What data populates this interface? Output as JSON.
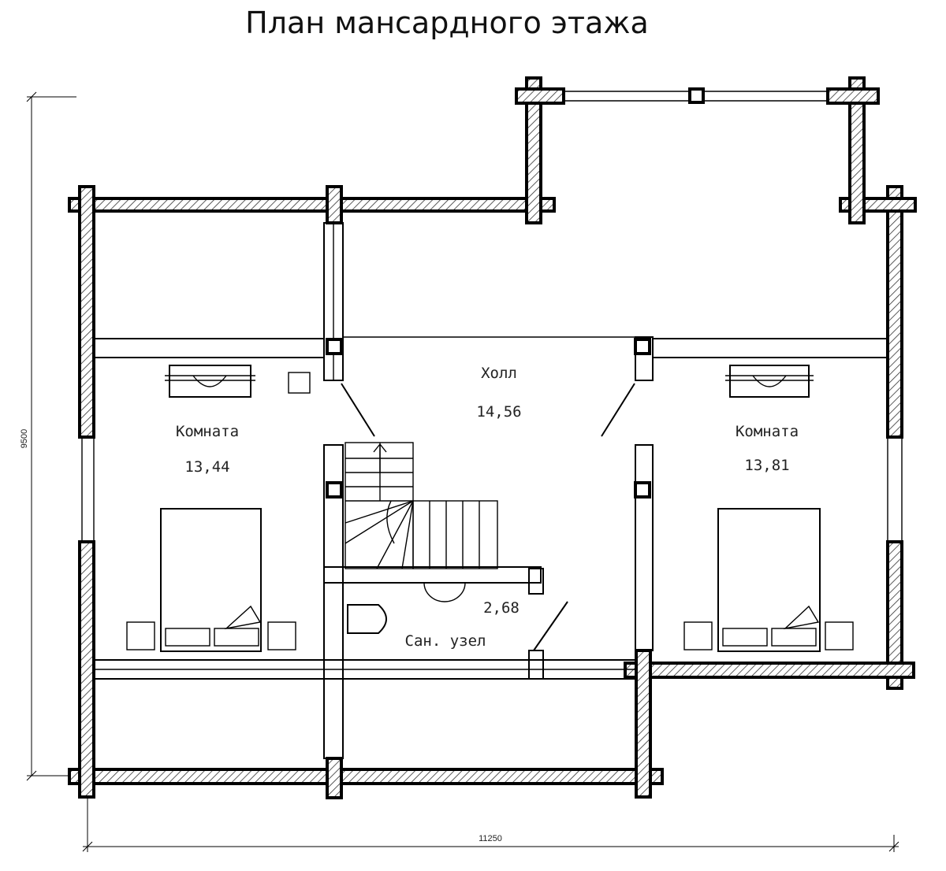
{
  "title": "План мансардного этажа",
  "rooms": {
    "hall": {
      "name": "Холл",
      "area": "14,56"
    },
    "room_left": {
      "name": "Комната",
      "area": "13,44"
    },
    "room_right": {
      "name": "Комната",
      "area": "13,81"
    },
    "bathroom": {
      "name": "Сан. узел",
      "area": "2,68"
    }
  },
  "dimensions": {
    "width": "11250",
    "height": "9500"
  }
}
